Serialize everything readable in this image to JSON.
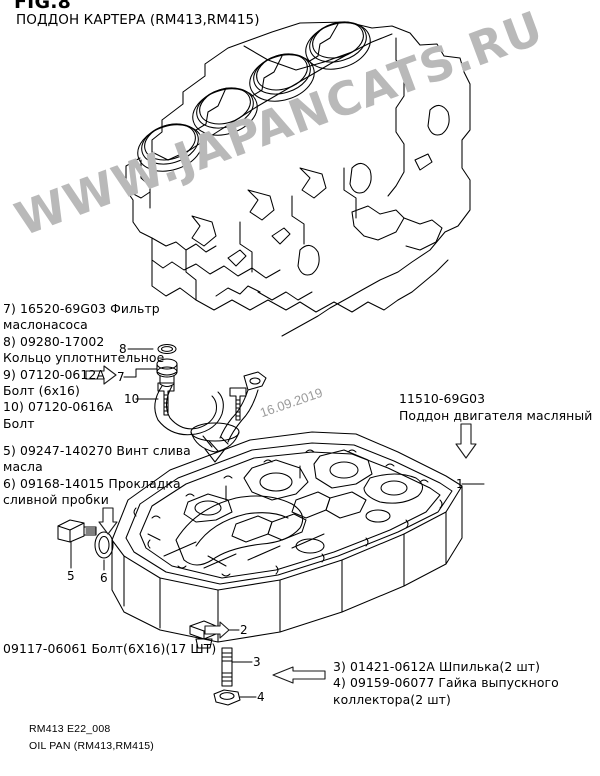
{
  "document": {
    "fig_label": "FIG.8",
    "subtitle": "ПОДДОН КАРТЕРА (RM413,RM415)",
    "watermark": "WWW.JAPANCATS.RU",
    "date_stamp": "16.09.2019",
    "footer_code": "RM413 E22_008",
    "footer_name": "OIL PAN (RM413,RM415)"
  },
  "parts_text": {
    "left_upper": "7) 16520-69G03 Фильтр\nмаслонасоса\n8) 09280-17002\nКольцо уплотнительное\n9) 07120-0612A\nБолт (6x16)\n10) 07120-0616A\nБолт",
    "left_lower": "5)  09247-140270 Винт слива\nмасла\n6)  09168-14015 Прокладка\nсливной пробки",
    "right_pan": "11510-69G03\nПоддон двигателя масляный",
    "bolt_note": "09117-06061 Болт(6X16)(17 ШТ)",
    "bottom_right": "3)  01421-0612A Шпилька(2 шт)\n4)  09159-06077 Гайка выпускного\nколлектора(2 шт)"
  },
  "parts_list": [
    {
      "no": "1",
      "code": "11510-69G03",
      "name": "Поддон двигателя масляный"
    },
    {
      "no": "2",
      "code": "09117-06061",
      "name": "Болт(6X16)(17 ШТ)"
    },
    {
      "no": "3",
      "code": "01421-0612A",
      "name": "Шпилька(2 шт)"
    },
    {
      "no": "4",
      "code": "09159-06077",
      "name": "Гайка выпускного коллектора(2 шт)"
    },
    {
      "no": "5",
      "code": "09247-140270",
      "name": "Винт слива масла"
    },
    {
      "no": "6",
      "code": "09168-14015",
      "name": "Прокладка сливной пробки"
    },
    {
      "no": "7",
      "code": "16520-69G03",
      "name": "Фильтр маслонасоса"
    },
    {
      "no": "8",
      "code": "09280-17002",
      "name": "Кольцо уплотнительное"
    },
    {
      "no": "9",
      "code": "07120-0612A",
      "name": "Болт (6x16)"
    },
    {
      "no": "10",
      "code": "07120-0616A",
      "name": "Болт"
    }
  ],
  "callouts": {
    "c1": "1",
    "c2": "2",
    "c3": "3",
    "c4": "4",
    "c5": "5",
    "c6": "6",
    "c7": "7",
    "c8": "8",
    "c10": "10"
  },
  "colors": {
    "line": "#000000",
    "watermark": "#b9b9b9",
    "date": "#9b9b9b",
    "background": "#ffffff"
  }
}
